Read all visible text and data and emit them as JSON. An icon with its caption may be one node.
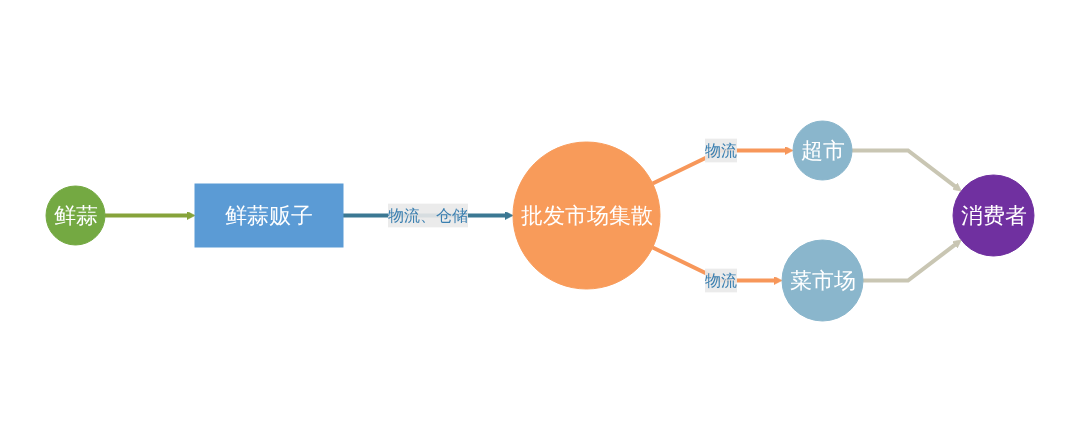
{
  "diagram": {
    "nodes": [
      {
        "text": [
          "鲜蒜"
        ]
      },
      {
        "text": [
          "鲜蒜贩子"
        ]
      },
      {
        "text": [
          "批发市场集散"
        ]
      },
      {
        "text": [
          "超市"
        ]
      },
      {
        "text": [
          "菜市场"
        ]
      },
      {
        "text": [
          "消费者"
        ]
      }
    ],
    "edges": [
      {
        "from": 0,
        "to": 1,
        "arrow": "to",
        "color": "#86a33a"
      },
      {
        "from": 1,
        "to": 2,
        "arrow": "to",
        "label": "物流、仓储",
        "color": "#3b7893"
      },
      {
        "from": 2,
        "to": 3,
        "arrow": "to",
        "label": "物流",
        "color": "#f7975a"
      },
      {
        "from": 2,
        "to": 4,
        "arrow": "to",
        "label": "物流",
        "color": "#f7975a"
      },
      {
        "from": 3,
        "to": 5,
        "arrow": "to",
        "color": "#c9c6b3"
      },
      {
        "from": 4,
        "to": 5,
        "arrow": "to",
        "color": "#c9c6b3"
      }
    ]
  }
}
